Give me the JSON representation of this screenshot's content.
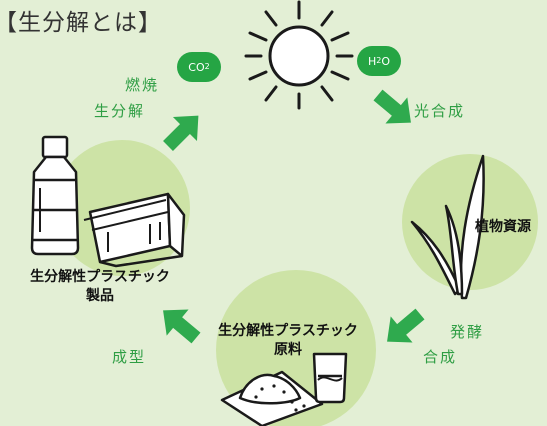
{
  "title": "【生分解とは】",
  "molecules": {
    "co2": {
      "main": "CO",
      "sub": "2",
      "suffix": ""
    },
    "h2o": {
      "main": "H",
      "sub": "2",
      "suffix": "O"
    }
  },
  "steps": {
    "combustion": "燃焼",
    "biodegradation": "生分解",
    "photosynthesis": "光合成",
    "fermentation": "発酵",
    "synthesis": "合成",
    "molding": "成型"
  },
  "nodes": {
    "products": [
      "生分解性プラスチック",
      "製品"
    ],
    "plant_resources": "植物資源",
    "raw_materials": [
      "生分解性プラスチック",
      "原料"
    ]
  },
  "colors": {
    "background": "#e3efd5",
    "blob": "#cde3a6",
    "arrow": "#2faa4e",
    "label_green": "#2f9e44",
    "pill": "#25a544"
  }
}
